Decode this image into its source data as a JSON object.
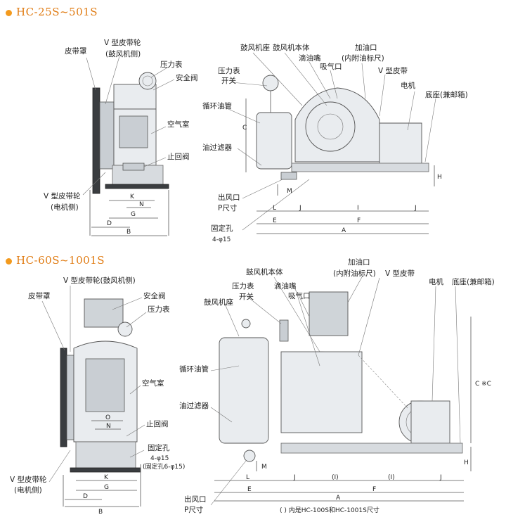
{
  "top": {
    "title": "HC-25S~501S",
    "labels": {
      "belt_cover": "皮带罩",
      "v_pulley_blower_1": "V 型皮带轮",
      "v_pulley_blower_2": "(鼓风机侧)",
      "pressure_gauge": "压力表",
      "safety_valve": "安全阀",
      "air_chamber": "空气室",
      "check_valve": "止回阀",
      "v_pulley_motor_1": "V 型皮带轮",
      "v_pulley_motor_2": "(电机侧)",
      "blower_seat": "鼓风机座",
      "blower_body": "鼓风机本体",
      "oil_nozzle": "滴油嘴",
      "suction_port": "吸气口",
      "oil_filler_1": "加油口",
      "oil_filler_2": "(内附油标尺)",
      "v_belt": "V 型皮带",
      "motor": "电机",
      "base_frame": "底座(兼邮箱)",
      "gauge_switch_1": "压力表",
      "gauge_switch_2": "开关",
      "oil_pipe": "循环油管",
      "oil_filter": "油过滤器",
      "outlet_1": "出风口",
      "outlet_2": "P尺寸",
      "fixing_holes_1": "固定孔",
      "fixing_holes_2": "4-φ15"
    },
    "dims": {
      "K": "K",
      "N": "N",
      "G": "G",
      "D": "D",
      "B": "B",
      "C": "C",
      "H": "H",
      "M": "M",
      "L": "L",
      "J": "J",
      "I": "I",
      "J2": "J",
      "E": "E",
      "F": "F",
      "A": "A"
    }
  },
  "bottom": {
    "title": "HC-60S~1001S",
    "labels": {
      "belt_cover": "皮带罩",
      "v_pulley_blower": "V 型皮带轮(鼓风机侧)",
      "safety_valve": "安全阀",
      "pressure_gauge": "压力表",
      "air_chamber": "空气室",
      "check_valve": "止回阀",
      "fixing_holes_1": "固定孔",
      "fixing_holes_2": "4-φ15",
      "fixing_holes_3": "(固定孔6-φ15)",
      "v_pulley_motor_1": "V 型皮带轮",
      "v_pulley_motor_2": "(电机侧)",
      "blower_body": "鼓风机本体",
      "gauge_switch_1": "压力表",
      "gauge_switch_2": "开关",
      "oil_nozzle": "滴油嘴",
      "suction_port": "吸气口",
      "oil_filler_1": "加油口",
      "oil_filler_2": "(内附油标尺)",
      "v_belt": "V 型皮带",
      "motor": "电机",
      "base_frame": "底座(兼邮箱)",
      "blower_seat": "鼓风机座",
      "oil_pipe": "循环油管",
      "oil_filter": "油过滤器",
      "outlet_1": "出风口",
      "outlet_2": "P尺寸"
    },
    "dims": {
      "O": "O",
      "N": "N",
      "K": "K",
      "G": "G",
      "D": "D",
      "B": "B",
      "C": "C ※C",
      "H": "H",
      "M": "M",
      "L": "L",
      "J": "J",
      "I1": "(I)",
      "I2": "(I)",
      "J2": "J",
      "E": "E",
      "F": "F",
      "A": "A"
    },
    "footnote": "( ) 内是HC-100S和HC-1001S尺寸"
  }
}
